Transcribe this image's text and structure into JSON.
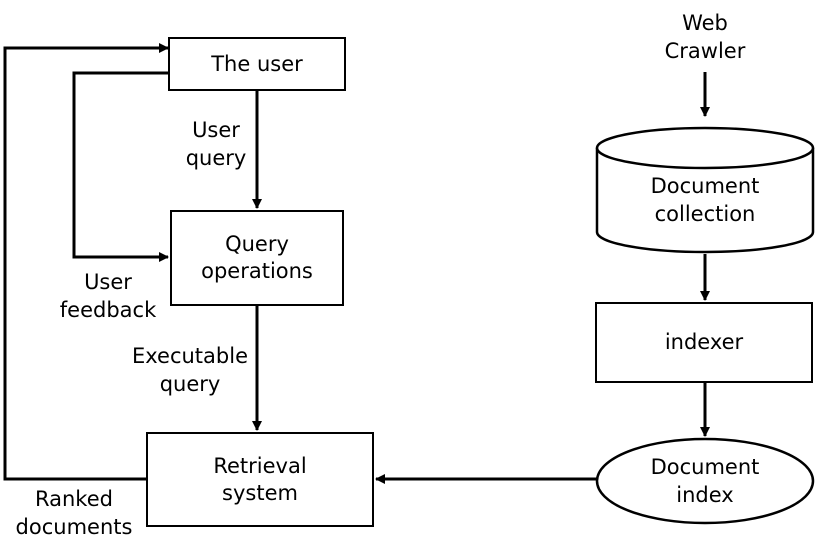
{
  "nodes": {
    "user": "The user",
    "query_operations": "Query\noperations",
    "retrieval_system": "Retrieval\nsystem",
    "web_crawler": "Web\nCrawler",
    "document_collection": "Document\ncollection",
    "indexer": "indexer",
    "document_index": "Document\nindex"
  },
  "edge_labels": {
    "user_query": "User\nquery",
    "user_feedback": "User\nfeedback",
    "executable_query": "Executable\nquery",
    "ranked_documents": "Ranked\ndocuments"
  }
}
